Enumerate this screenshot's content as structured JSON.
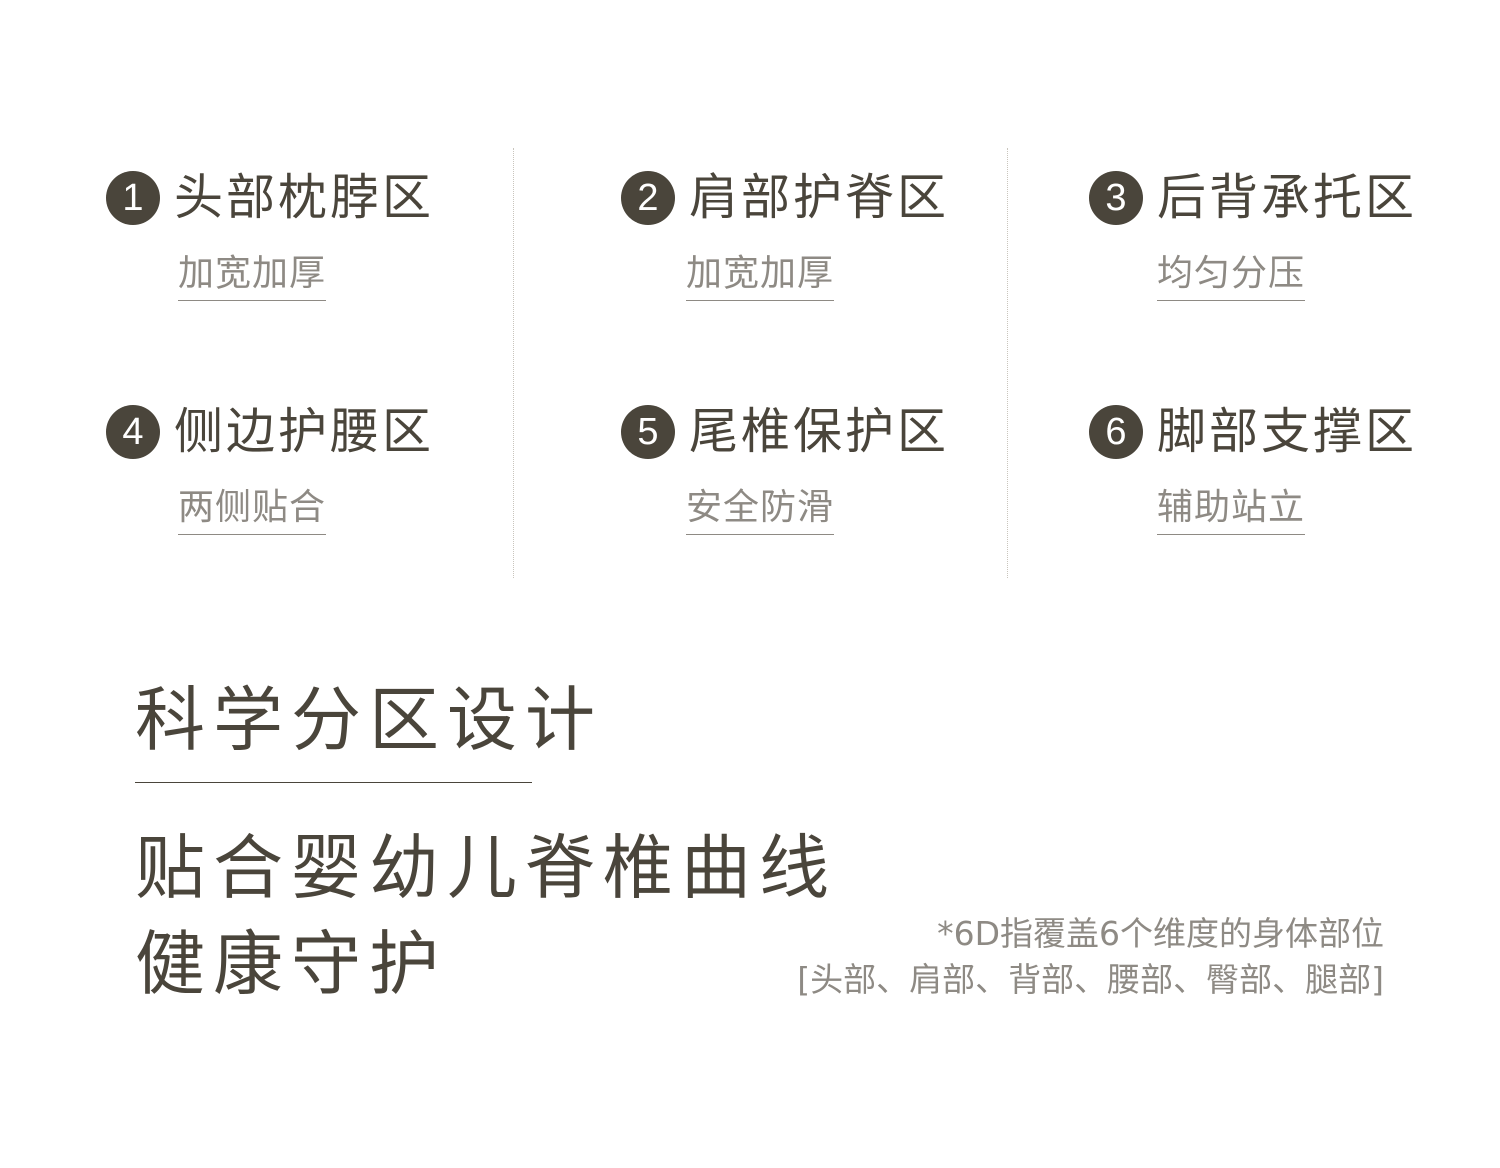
{
  "zones": [
    {
      "number": "1",
      "title": "头部枕脖区",
      "subtitle": "加宽加厚"
    },
    {
      "number": "2",
      "title": "肩部护脊区",
      "subtitle": "加宽加厚"
    },
    {
      "number": "3",
      "title": "后背承托区",
      "subtitle": "均匀分压"
    },
    {
      "number": "4",
      "title": "侧边护腰区",
      "subtitle": "两侧贴合"
    },
    {
      "number": "5",
      "title": "尾椎保护区",
      "subtitle": "安全防滑"
    },
    {
      "number": "6",
      "title": "脚部支撑区",
      "subtitle": "辅助站立"
    }
  ],
  "main_title": "科学分区设计",
  "headline": {
    "line1": "贴合婴幼儿脊椎曲线",
    "line2": "健康守护"
  },
  "footnote": {
    "line1": "*6D指覆盖6个维度的身体部位",
    "line2": "[头部、肩部、背部、腰部、臀部、腿部]"
  },
  "colors": {
    "primary": "#4a453b",
    "secondary": "#8e8a84",
    "background": "#ffffff"
  }
}
